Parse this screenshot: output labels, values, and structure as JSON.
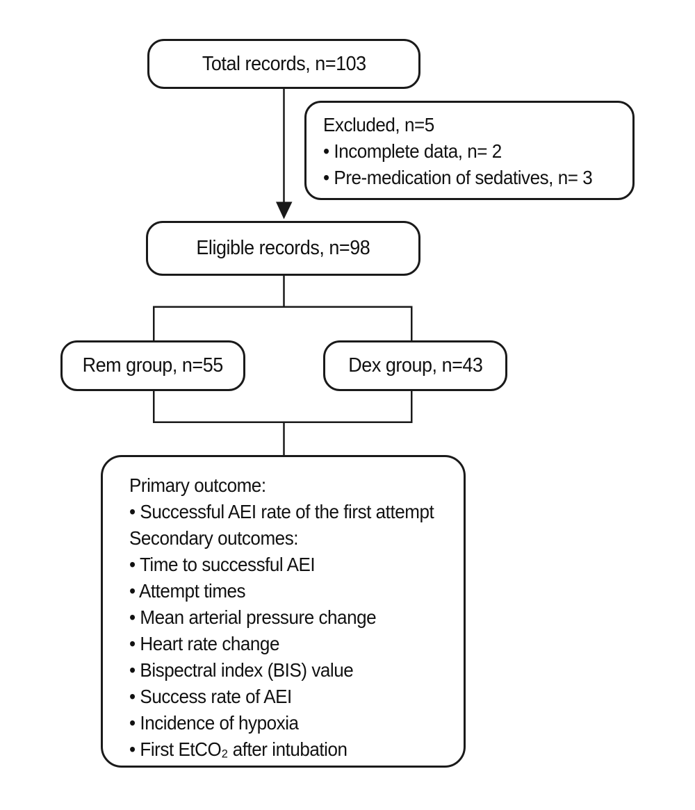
{
  "diagram": {
    "type": "study-flowchart",
    "colors": {
      "background": "#ffffff",
      "line": "#1a1a1a",
      "text": "#111111"
    },
    "total": {
      "label": "Total records, n=103"
    },
    "excluded": {
      "title": "Excluded, n=5",
      "items": [
        "• Incomplete data, n= 2",
        "• Pre-medication of sedatives, n= 3"
      ]
    },
    "eligible": {
      "label": "Eligible records, n=98"
    },
    "rem": {
      "label": "Rem group, n=55"
    },
    "dex": {
      "label": "Dex group, n=43"
    },
    "outcomes": {
      "lines": [
        "Primary outcome:",
        "• Successful AEI rate of the first attempt",
        "Secondary outcomes:",
        "• Time to successful AEI",
        "• Attempt times",
        "• Mean arterial pressure change",
        "• Heart rate change",
        "• Bispectral index (BIS) value",
        "• Success rate of AEI",
        "• Incidence of hypoxia",
        "• First EtCO₂ after intubation"
      ]
    }
  }
}
